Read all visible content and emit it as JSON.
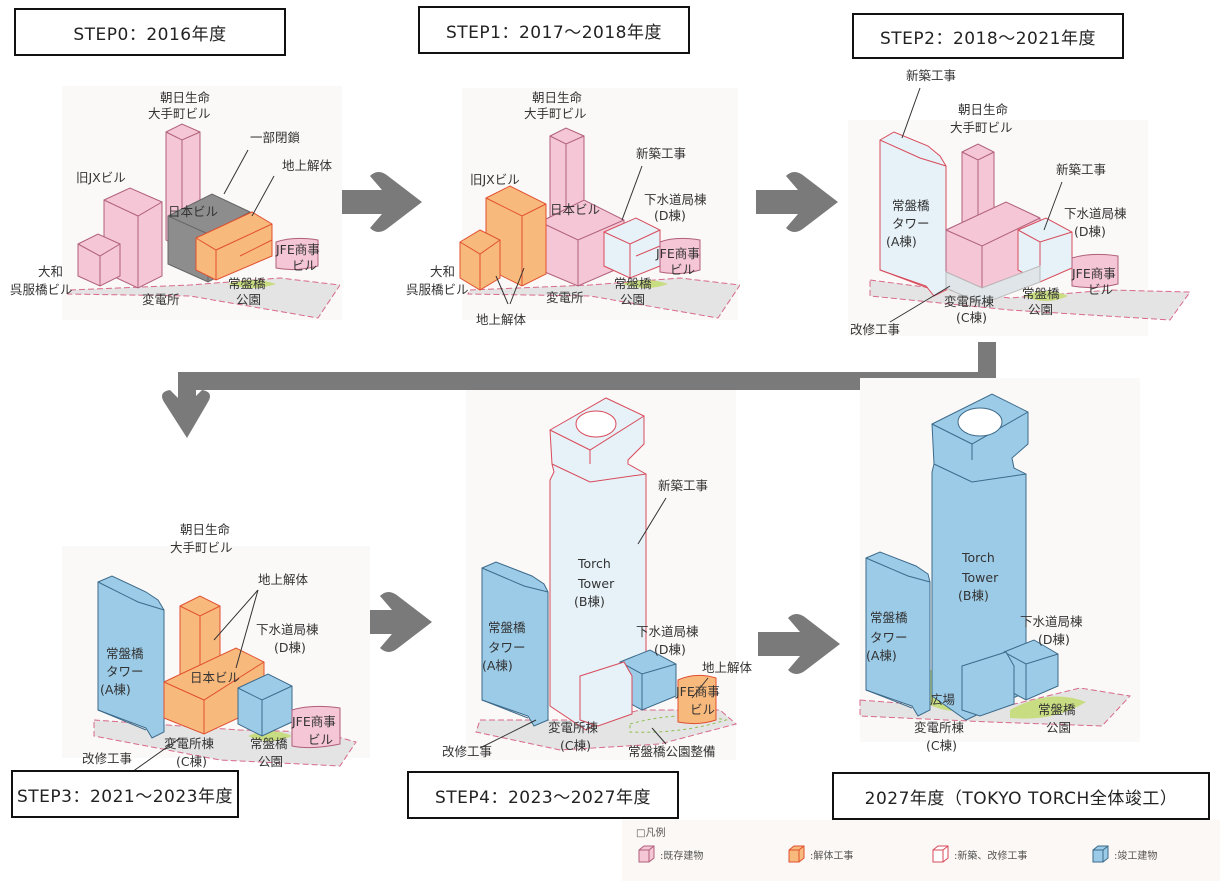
{
  "colors": {
    "existing": "#f4c6d6",
    "existing_stroke": "#b0607a",
    "demolition": "#f8b97c",
    "demolition_stroke": "#e05030",
    "new_construction": "#e6f2f8",
    "new_construction_stroke": "#d84a5a",
    "completed": "#9ccbe8",
    "completed_stroke": "#3c6a8a",
    "closed": "#8d8d8d",
    "park": "#c8dc82",
    "ground": "#dcdcdc",
    "arrow": "#7a7a7a"
  },
  "steps": [
    {
      "title": "STEP0：2016年度",
      "labels": {
        "asahi": [
          "朝日生命",
          "大手町ビル"
        ],
        "old_jx": "旧JXビル",
        "partial_closure": "一部閉鎖",
        "above_ground_demolition": "地上解体",
        "nihon_bldg": "日本ビル",
        "jfe": [
          "JFE商事",
          "ビル"
        ],
        "daiwa": [
          "大和",
          "呉服橋ビル"
        ],
        "substation": "変電所",
        "park": [
          "常盤橋",
          "公園"
        ]
      }
    },
    {
      "title": "STEP1：2017～2018年度",
      "labels": {
        "asahi": [
          "朝日生命",
          "大手町ビル"
        ],
        "old_jx": "旧JXビル",
        "new_construction": "新築工事",
        "nihon_bldg": "日本ビル",
        "sewerage": [
          "下水道局棟",
          "(D棟)"
        ],
        "jfe": [
          "JFE商事",
          "ビル"
        ],
        "daiwa": [
          "大和",
          "呉服橋ビル"
        ],
        "substation": "変電所",
        "park": [
          "常盤橋",
          "公園"
        ],
        "above_ground_demolition": "地上解体"
      }
    },
    {
      "title": "STEP2：2018～2021年度",
      "labels": {
        "new_construction_a": "新築工事",
        "asahi": [
          "朝日生命",
          "大手町ビル"
        ],
        "tokiwabashi_tower": [
          "常盤橋",
          "タワー",
          "(A棟)"
        ],
        "new_construction_d": "新築工事",
        "sewerage": [
          "下水道局棟",
          "(D棟)"
        ],
        "jfe": [
          "JFE商事",
          "ビル"
        ],
        "substation": [
          "変電所棟",
          "(C棟)"
        ],
        "park": [
          "常盤橋",
          "公園"
        ],
        "renovation": "改修工事"
      }
    },
    {
      "title": "STEP3：2021～2023年度",
      "labels": {
        "asahi": [
          "朝日生命",
          "大手町ビル"
        ],
        "above_ground_demolition": "地上解体",
        "tokiwabashi_tower": [
          "常盤橋",
          "タワー",
          "(A棟)"
        ],
        "nihon_bldg": "日本ビル",
        "sewerage": [
          "下水道局棟",
          "(D棟)"
        ],
        "jfe": [
          "JFE商事",
          "ビル"
        ],
        "substation": [
          "変電所棟",
          "(C棟)"
        ],
        "park": [
          "常盤橋",
          "公園"
        ],
        "renovation": "改修工事"
      }
    },
    {
      "title": "STEP4：2023～2027年度",
      "labels": {
        "new_construction": "新築工事",
        "torch_tower": [
          "Torch",
          "Tower",
          "(B棟)"
        ],
        "tokiwabashi_tower": [
          "常盤橋",
          "タワー",
          "(A棟)"
        ],
        "sewerage": [
          "下水道局棟",
          "(D棟)"
        ],
        "above_ground_demolition": "地上解体",
        "jfe": [
          "JFE商事",
          "ビル"
        ],
        "substation": [
          "変電所棟",
          "(C棟)"
        ],
        "renovation": "改修工事",
        "park_development": "常盤橋公園整備"
      }
    },
    {
      "title": "2027年度（TOKYO TORCH全体竣工）",
      "labels": {
        "torch_tower": [
          "Torch",
          "Tower",
          "(B棟)"
        ],
        "tokiwabashi_tower": [
          "常盤橋",
          "タワー",
          "(A棟)"
        ],
        "sewerage": [
          "下水道局棟",
          "(D棟)"
        ],
        "plaza": "広場",
        "substation": [
          "変電所棟",
          "(C棟)"
        ],
        "park": [
          "常盤橋",
          "公園"
        ]
      }
    }
  ],
  "legend": {
    "title": "□凡例",
    "items": [
      {
        "label": ":既存建物",
        "key": "existing"
      },
      {
        "label": ":解体工事",
        "key": "demolition"
      },
      {
        "label": ":新築、改修工事",
        "key": "new_construction"
      },
      {
        "label": ":竣工建物",
        "key": "completed"
      }
    ]
  }
}
